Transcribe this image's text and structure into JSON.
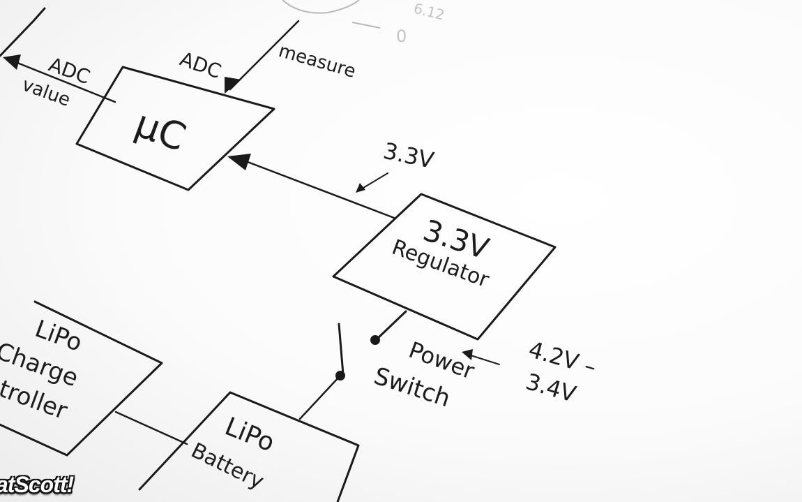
{
  "labels": {
    "top_right_number": "6.12",
    "top_right_zero": "0",
    "measure": "measure",
    "adc_left": "ADC",
    "value": "value",
    "adc_top": "ADC",
    "uc": "μC",
    "v33_arrow": "3.3V",
    "reg_line1": "3.3V",
    "reg_line2": "Regulator",
    "power": "Power",
    "switch": "Switch",
    "v42": "4.2V –",
    "v34": "3.4V",
    "lipo_charge_1": "LiPo",
    "lipo_charge_2": "Charge",
    "lipo_charge_3": "troller",
    "lipo_batt_1": "LiPo",
    "lipo_batt_2": "Battery"
  },
  "watermark": "atScott!"
}
